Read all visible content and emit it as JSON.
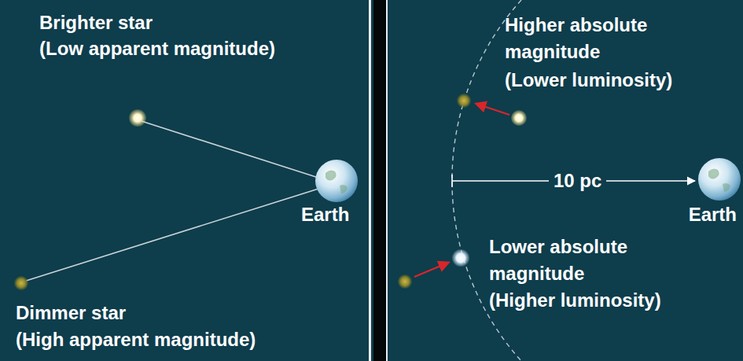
{
  "diagram": {
    "labels": [
      "Brighter star",
      "(Low apparent magnitude)",
      "Earth",
      "Dimmer star",
      "(High apparent magnitude)",
      "Higher absolute magnitude",
      "(Lower luminosity)",
      "10 pc",
      "Earth",
      "Lower absolute magnitude",
      "(Higher luminosity)"
    ]
  }
}
